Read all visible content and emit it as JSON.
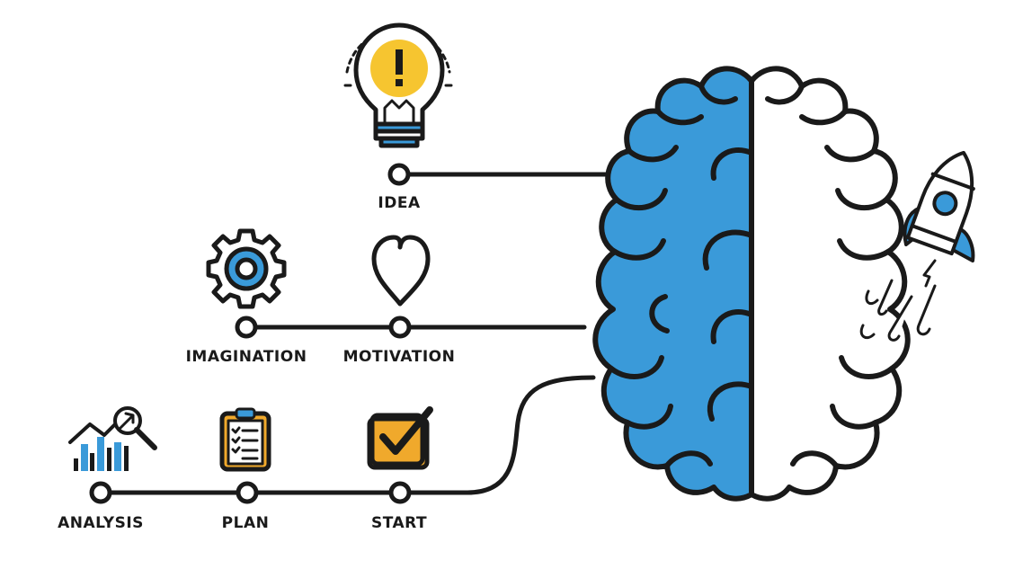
{
  "colors": {
    "stroke": "#1a1a1a",
    "blue": "#3a9ad9",
    "yellow": "#f6c530",
    "orange": "#f0a92c",
    "white": "#ffffff"
  },
  "labels": {
    "idea": "IDEA",
    "imagination": "IMAGINATION",
    "motivation": "MOTIVATION",
    "analysis": "ANALYSIS",
    "plan": "PLAN",
    "start": "START"
  },
  "icons": {
    "idea": "lightbulb-exclamation-icon",
    "imagination": "gear-icon",
    "motivation": "heart-icon",
    "analysis": "chart-magnifier-icon",
    "plan": "clipboard-checklist-icon",
    "start": "checkbox-check-icon",
    "brain": "brain-icon",
    "rocket": "rocket-icon"
  }
}
